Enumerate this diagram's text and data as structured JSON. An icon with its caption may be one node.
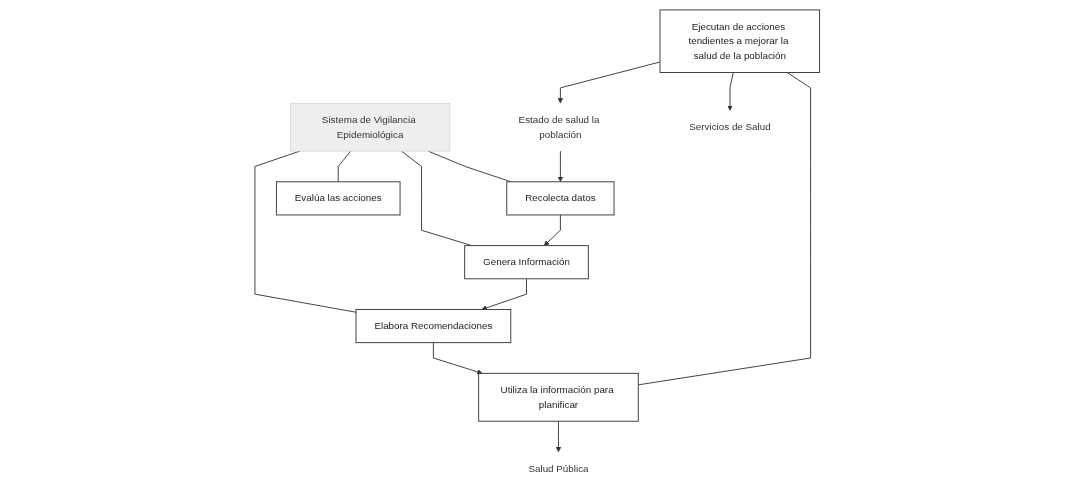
{
  "diagram": {
    "nodes": [
      {
        "text": [
          "Sistema de Vigilancia Epidemiológica"
        ]
      },
      {
        "text": [
          "Recolecta datos"
        ]
      },
      {
        "text": [
          "Genera Información"
        ]
      },
      {
        "text": [
          "Elabora Recomendaciones"
        ]
      },
      {
        "text": [
          "Estado de salud la población"
        ]
      },
      {
        "text": [
          "Ejecutan de acciones tendientes a mejorar la salud de la población"
        ]
      },
      {
        "text": [
          "Utiliza la información para planificar"
        ]
      },
      {
        "text": [
          "Evalúa las acciones"
        ]
      },
      {
        "text": [
          "Servicios de Salud"
        ]
      },
      {
        "text": [
          "Salud Pública"
        ]
      }
    ],
    "edges": [
      {
        "from": 0,
        "to": 7,
        "arrow": "none"
      },
      {
        "from": 0,
        "to": 1,
        "arrow": "none"
      },
      {
        "from": 0,
        "to": 2,
        "arrow": "none"
      },
      {
        "from": 0,
        "to": 3,
        "arrow": "none"
      },
      {
        "from": 1,
        "to": 2,
        "arrow": "to"
      },
      {
        "from": 2,
        "to": 3,
        "arrow": "to"
      },
      {
        "from": 4,
        "to": 1,
        "arrow": "to"
      },
      {
        "from": 5,
        "to": 4,
        "arrow": "to"
      },
      {
        "from": 3,
        "to": 6,
        "arrow": "to"
      },
      {
        "from": 5,
        "to": 6,
        "arrow": "none"
      },
      {
        "from": 5,
        "to": 8,
        "arrow": "to"
      },
      {
        "from": 6,
        "to": 9,
        "arrow": "to"
      }
    ]
  }
}
